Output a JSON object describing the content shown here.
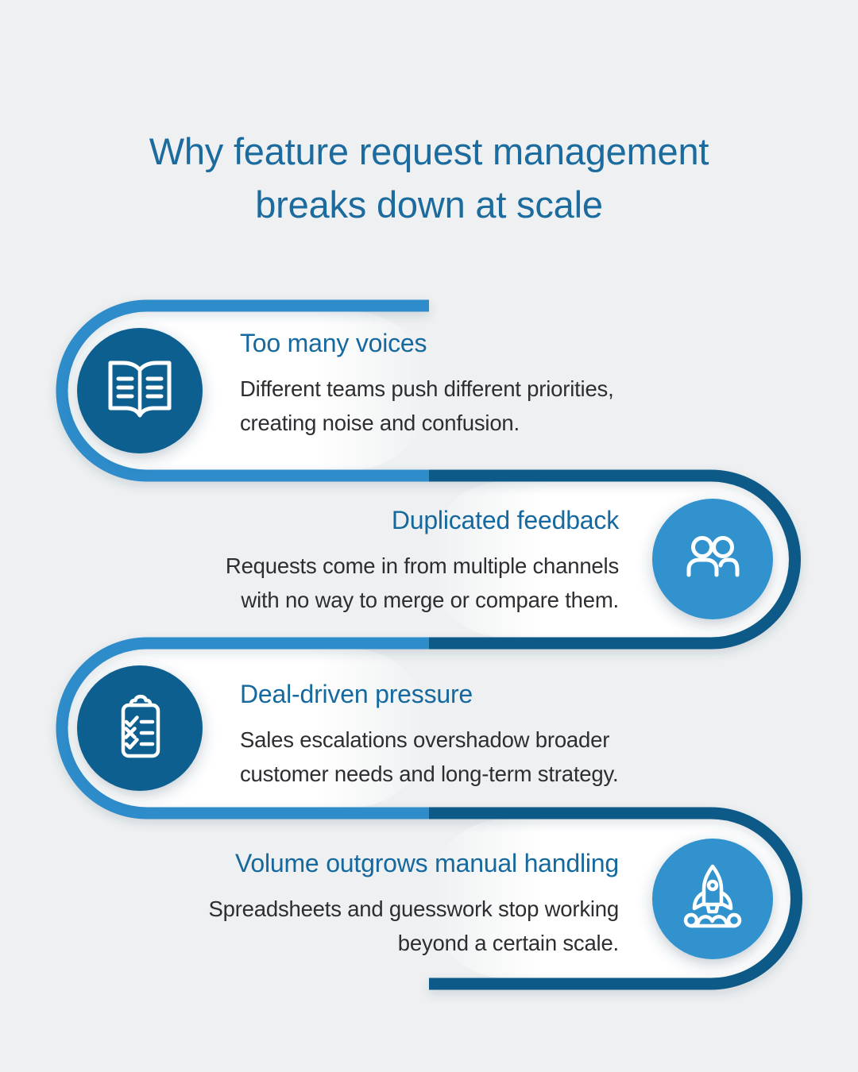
{
  "title": {
    "line1": "Why feature request management",
    "line2": "breaks down at scale"
  },
  "sections": [
    {
      "id": "too-many-voices",
      "side": "left",
      "icon": "open-book-icon",
      "heading": "Too many voices",
      "body_line1": "Different teams push different priorities,",
      "body_line2": "creating noise and confusion."
    },
    {
      "id": "duplicated-feedback",
      "side": "right",
      "icon": "users-icon",
      "heading": "Duplicated feedback",
      "body_line1": "Requests come in from multiple channels",
      "body_line2": "with no way to merge or compare them."
    },
    {
      "id": "deal-driven-pressure",
      "side": "left",
      "icon": "clipboard-checklist-icon",
      "heading": "Deal-driven pressure",
      "body_line1": "Sales escalations overshadow broader",
      "body_line2": "customer needs and long-term strategy."
    },
    {
      "id": "volume-outgrows-manual-handling",
      "side": "right",
      "icon": "rocket-launch-icon",
      "heading": "Volume outgrows manual handling",
      "body_line1": "Spreadsheets and guesswork stop working",
      "body_line2": "beyond a certain scale."
    }
  ],
  "colors": {
    "page_bg": "#eef0f1",
    "title_color": "#1b6b9e",
    "heading_color": "#15699e",
    "body_color": "#2e2e32",
    "line_light": "#2f8cca",
    "line_dark": "#0c5a88",
    "circle_dark": "#0f5f90",
    "circle_light": "#3292ce",
    "capsule_bg": "#ffffff",
    "icon_stroke": "#ffffff"
  }
}
